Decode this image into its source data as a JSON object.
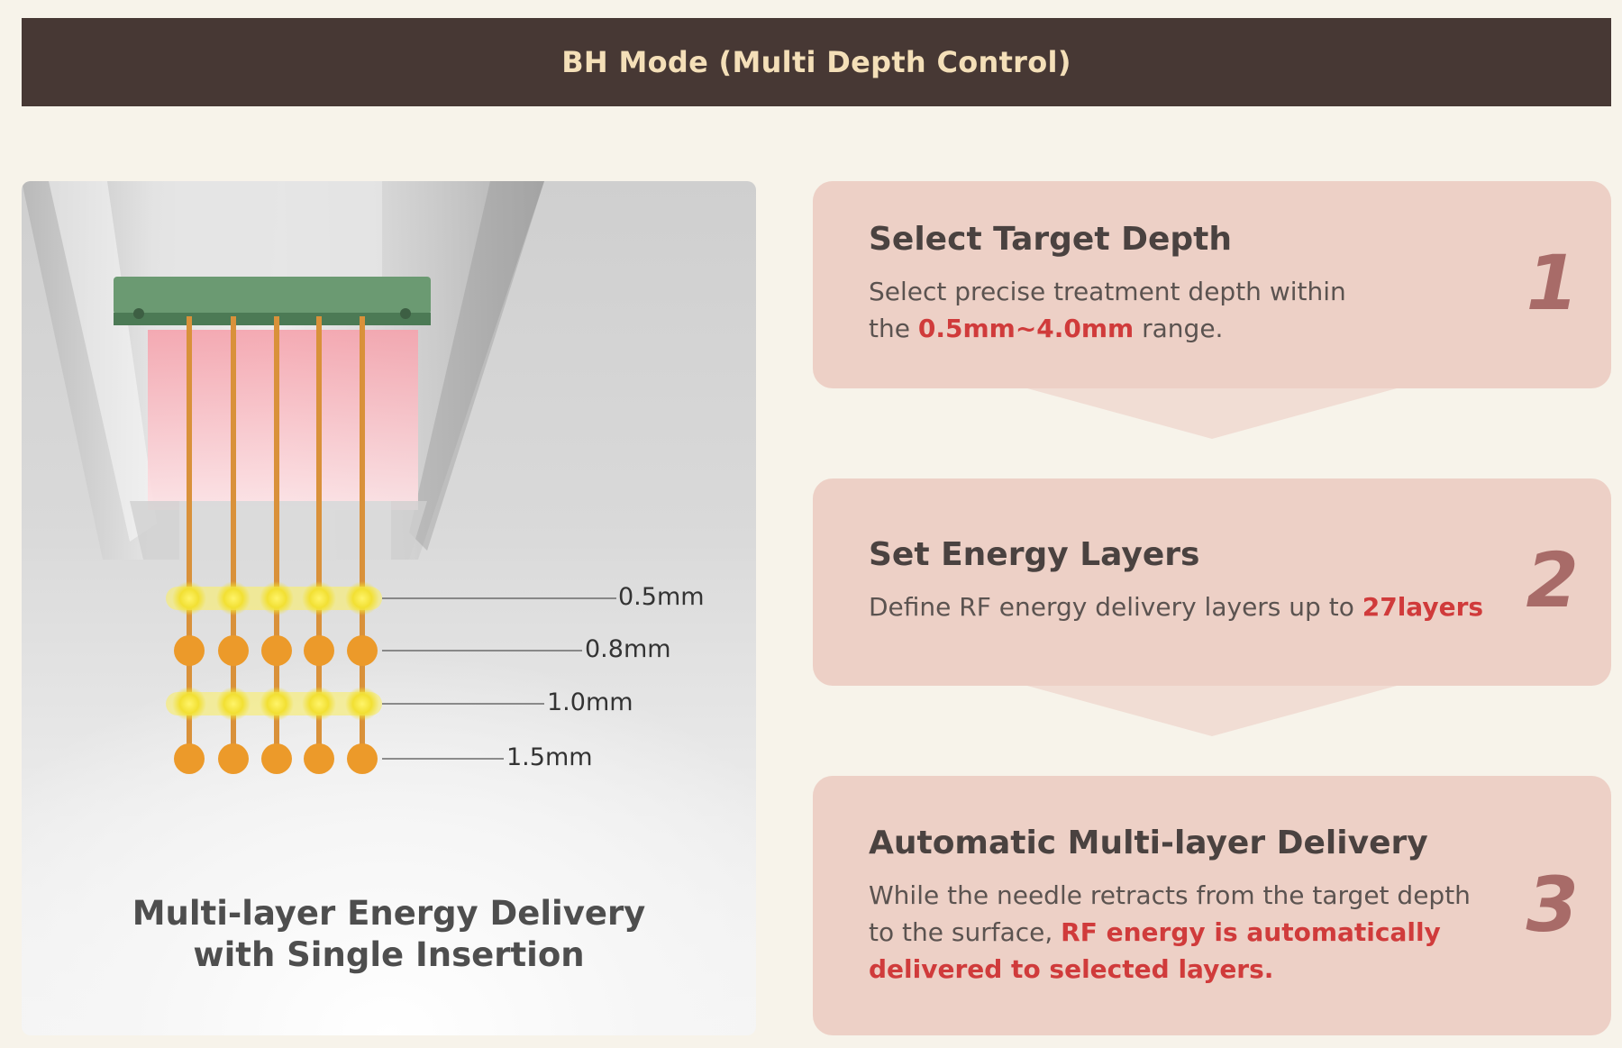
{
  "header": {
    "title": "BH Mode (Multi Depth Control)"
  },
  "illustration": {
    "depth_labels": [
      "0.5mm",
      "0.8mm",
      "1.0mm",
      "1.5mm"
    ],
    "caption_line1": "Multi-layer Energy Delivery",
    "caption_line2": "with Single Insertion"
  },
  "steps": [
    {
      "number": "1",
      "title": "Select Target Depth",
      "desc_line1": "Select precise treatment depth within",
      "desc_pre": "the ",
      "desc_highlight": "0.5mm~4.0mm",
      "desc_post": " range."
    },
    {
      "number": "2",
      "title": "Set Energy Layers",
      "desc_pre": "Define RF energy delivery layers up to ",
      "desc_highlight": "27layers"
    },
    {
      "number": "3",
      "title": "Automatic Multi-layer Delivery",
      "desc_line1": "While the needle retracts from the target depth",
      "desc_pre": "to the surface, ",
      "desc_highlight": "RF energy is automatically",
      "desc_highlight2": "delivered to selected layers."
    }
  ],
  "colors": {
    "header_bg": "#473834",
    "header_text": "#f4dfb8",
    "card_bg": "#edd0c6",
    "highlight": "#d03b3b",
    "dot_yellow": "#f2e033",
    "dot_orange": "#ec9a2a"
  }
}
